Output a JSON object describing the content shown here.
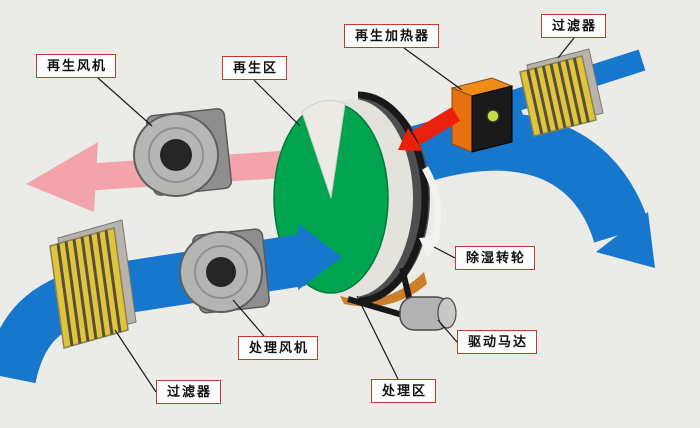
{
  "labels": {
    "regen_fan": "再生风机",
    "regen_zone": "再生区",
    "regen_heater": "再生加热器",
    "filter_top": "过滤器",
    "dehumid_wheel": "除湿转轮",
    "drive_motor": "驱动马达",
    "process_zone": "处理区",
    "process_fan": "处理风机",
    "filter_bottom": "过滤器"
  },
  "colors": {
    "background": "#ebebe8",
    "process_air_blue": "#1677cc",
    "regen_exhaust_pink": "#f2a4aa",
    "hot_air_red": "#e8200c",
    "wheel_green": "#00a44e",
    "heater_orange": "#f08018",
    "filter_yellow": "#e2c33c",
    "metal_gray": "#9a9a9a",
    "label_border_red": "#c23b2e"
  }
}
